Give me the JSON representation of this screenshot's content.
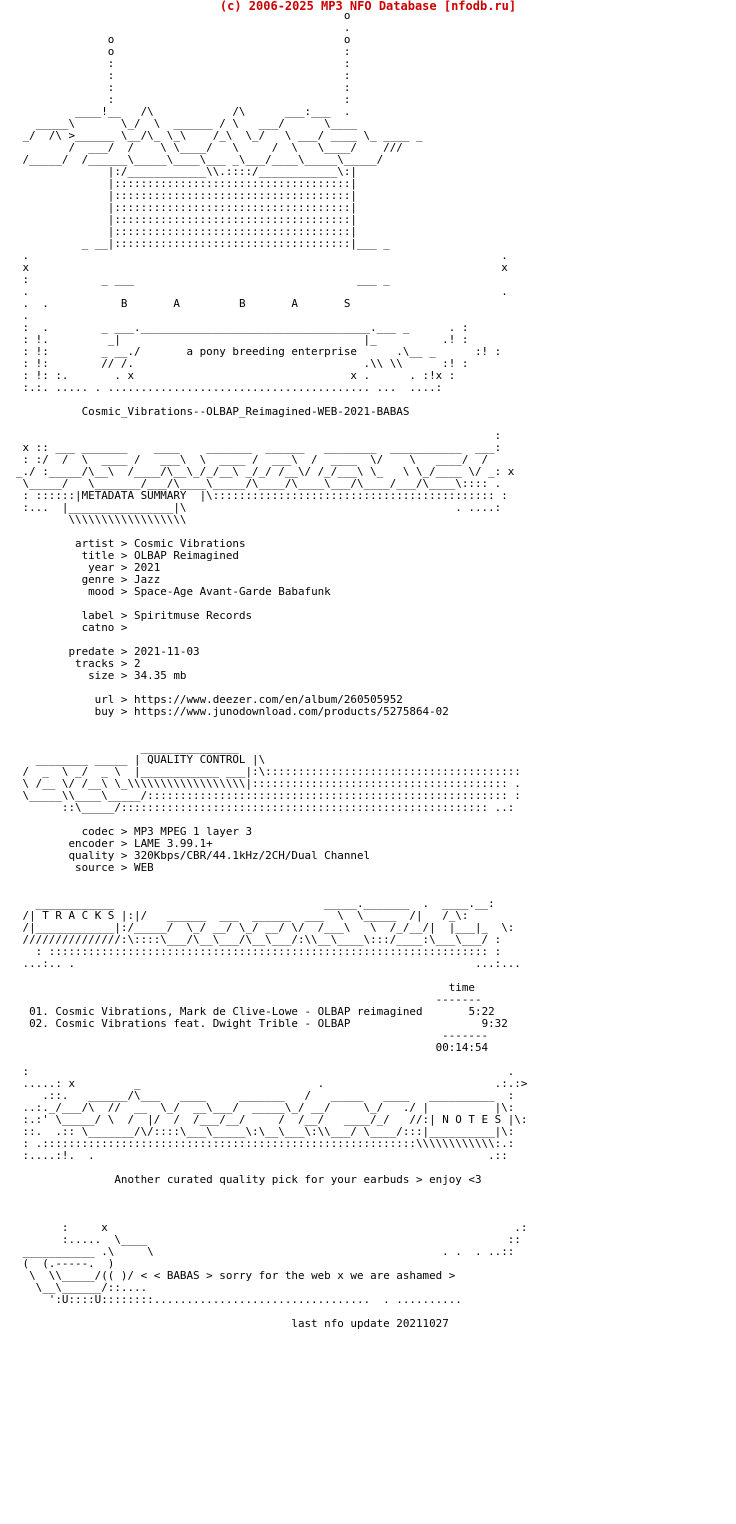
{
  "header": {
    "text": "(c) 2006-2025 MP3 NFO Database [nfodb.ru]",
    "color": "#cc0000"
  },
  "logo": {
    "art": "                                                  o\n                                                  .\n              o                                   o\n              o                                   :\n              :                                   :\n              :                                   :\n              :                                   :\n              :                                   :\n         ____!__   /\\            /\\      ___:___  .\n   _____\\       \\_/  \\  ______ / \\   ___/      \\____\n _/  /\\ >______ \\__/\\_ \\_\\    /_\\  \\_/   \\ ___/ ____ \\_ ____ _\n        /  ___/  /    \\ \\____/   \\     /  \\   \\____/    ///\n /_____/  /______\\_____\\____\\___ _\\___/____\\_____\\_____/\n              |:/____________\\\\.::::/____________\\:|\n              |::::::::::::::::::::::::::::::::::::|\n              |::::::::::::::::::::::::::::::::::::|\n              |::::::::::::::::::::::::::::::::::::|\n              |::::::::::::::::::::::::::::::::::::|\n              |::::::::::::::::::::::::::::::::::::|\n          _ __|::::::::::::::::::::::::::::::::::::|___ _"
  },
  "group": {
    "letters": "B       A         B       A       S",
    "tagline": "a pony breeding enterprise"
  },
  "release": "Cosmic_Vibrations--OLBAP_Reimagined-WEB-2021-BABAS",
  "sections": {
    "metadata": "METADATA SUMMARY",
    "quality": "QUALITY CONTROL",
    "tracks": "T R A C K S",
    "notes": "N O T E S"
  },
  "metadata": {
    "artist": "Cosmic Vibrations",
    "title": "OLBAP Reimagined",
    "year": "2021",
    "genre": "Jazz",
    "mood": "Space-Age Avant-Garde Babafunk",
    "label": "Spiritmuse Records",
    "catno": "",
    "predate": "2021-11-03",
    "tracks": "2",
    "size": "34.35 mb",
    "url": "https://www.deezer.com/en/album/260505952",
    "buy": "https://www.junodownload.com/products/5275864-02"
  },
  "quality": {
    "codec": "MP3 MPEG 1 layer 3",
    "encoder": "LAME 3.99.1+",
    "quality": "320Kbps/CBR/44.1kHz/2CH/Dual Channel",
    "source": "WEB"
  },
  "tracklist": {
    "time_header": "time",
    "items": [
      {
        "num": "01.",
        "title": "Cosmic Vibrations, Mark de Clive-Lowe - OLBAP reimagined",
        "time": "5:22"
      },
      {
        "num": "02.",
        "title": "Cosmic Vibrations feat. Dwight Trible - OLBAP",
        "time": "9:32"
      }
    ],
    "total": "00:14:54"
  },
  "notes": "Another curated quality pick for your earbuds > enjoy <3",
  "footer": {
    "sorry": "< BABAS > sorry for the web x we are ashamed >",
    "update": "last nfo update 20211027"
  }
}
